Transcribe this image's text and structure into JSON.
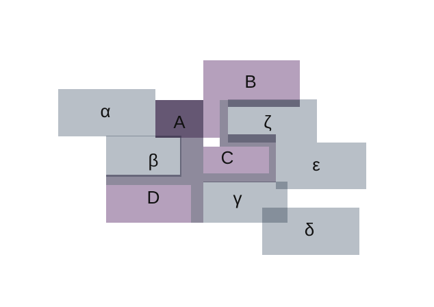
{
  "colors": {
    "gray": "#B8BFC7",
    "purple": "#B5A0BC",
    "overlap_dark": "#8E8A9C"
  },
  "regions": [
    {
      "id": "alpha",
      "label": "α",
      "fill": "gray"
    },
    {
      "id": "beta",
      "label": "β",
      "fill": "gray"
    },
    {
      "id": "gamma",
      "label": "γ",
      "fill": "gray"
    },
    {
      "id": "delta",
      "label": "δ",
      "fill": "gray"
    },
    {
      "id": "epsilon",
      "label": "ε",
      "fill": "gray"
    },
    {
      "id": "zeta",
      "label": "ζ",
      "fill": "gray"
    },
    {
      "id": "A",
      "label": "A",
      "fill": "purple"
    },
    {
      "id": "B",
      "label": "B",
      "fill": "purple"
    },
    {
      "id": "C",
      "label": "C",
      "fill": "purple"
    },
    {
      "id": "D",
      "label": "D",
      "fill": "purple"
    }
  ]
}
